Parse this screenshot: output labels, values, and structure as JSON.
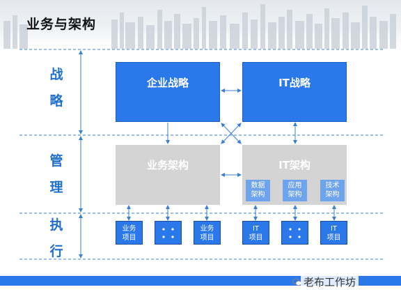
{
  "title": "业务与架构",
  "side_labels": {
    "strategy": [
      "战",
      "略"
    ],
    "management": [
      "管",
      "理"
    ],
    "execution": [
      "执",
      "行"
    ]
  },
  "boxes": {
    "enterprise_strategy": "企业战略",
    "it_strategy": "IT战略",
    "business_architecture": "业务架构",
    "it_architecture": "IT架构"
  },
  "it_sub": [
    [
      "数据",
      "架构"
    ],
    [
      "应用",
      "架构"
    ],
    [
      "技术",
      "架构"
    ]
  ],
  "projects": {
    "business_1": [
      "业务",
      "项目"
    ],
    "business_3": [
      "业务",
      "项目"
    ],
    "it_1": [
      "IT",
      "项目"
    ],
    "it_3": [
      "IT",
      "项目"
    ]
  },
  "watermark": "老布工作坊",
  "colors": {
    "accent_blue": "#2b78ea",
    "label_blue": "#1f6fd0",
    "gray": "#d4d4d4",
    "sub_blue": "#6ea3ee"
  }
}
